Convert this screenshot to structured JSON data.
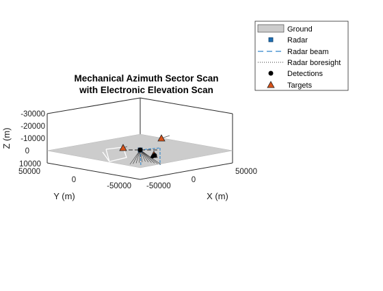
{
  "chart_data": {
    "type": "scatter",
    "title_lines": [
      "Mechanical Azimuth Sector Scan",
      "with Electronic Elevation Scan"
    ],
    "xlabel": "X (m)",
    "ylabel": "Y (m)",
    "zlabel": "Z (m)",
    "x_ticks": [
      "-50000",
      "0",
      "50000"
    ],
    "y_ticks": [
      "50000",
      "0",
      "-50000"
    ],
    "z_ticks": [
      "-30000",
      "-20000",
      "-10000",
      "0",
      "10000"
    ],
    "legend": {
      "location": "top-right",
      "entries": [
        {
          "label": "Ground",
          "marker": "patch",
          "color": "#cccccc"
        },
        {
          "label": "Radar",
          "marker": "square",
          "color": "#1f6fb4"
        },
        {
          "label": "Radar beam",
          "marker": "dashed-line",
          "color": "#2b82c9"
        },
        {
          "label": "Radar boresight",
          "marker": "dotted-line",
          "color": "#333333"
        },
        {
          "label": "Detections",
          "marker": "circle",
          "color": "#000000"
        },
        {
          "label": "Targets",
          "marker": "triangle",
          "color": "#d95319"
        }
      ]
    }
  }
}
